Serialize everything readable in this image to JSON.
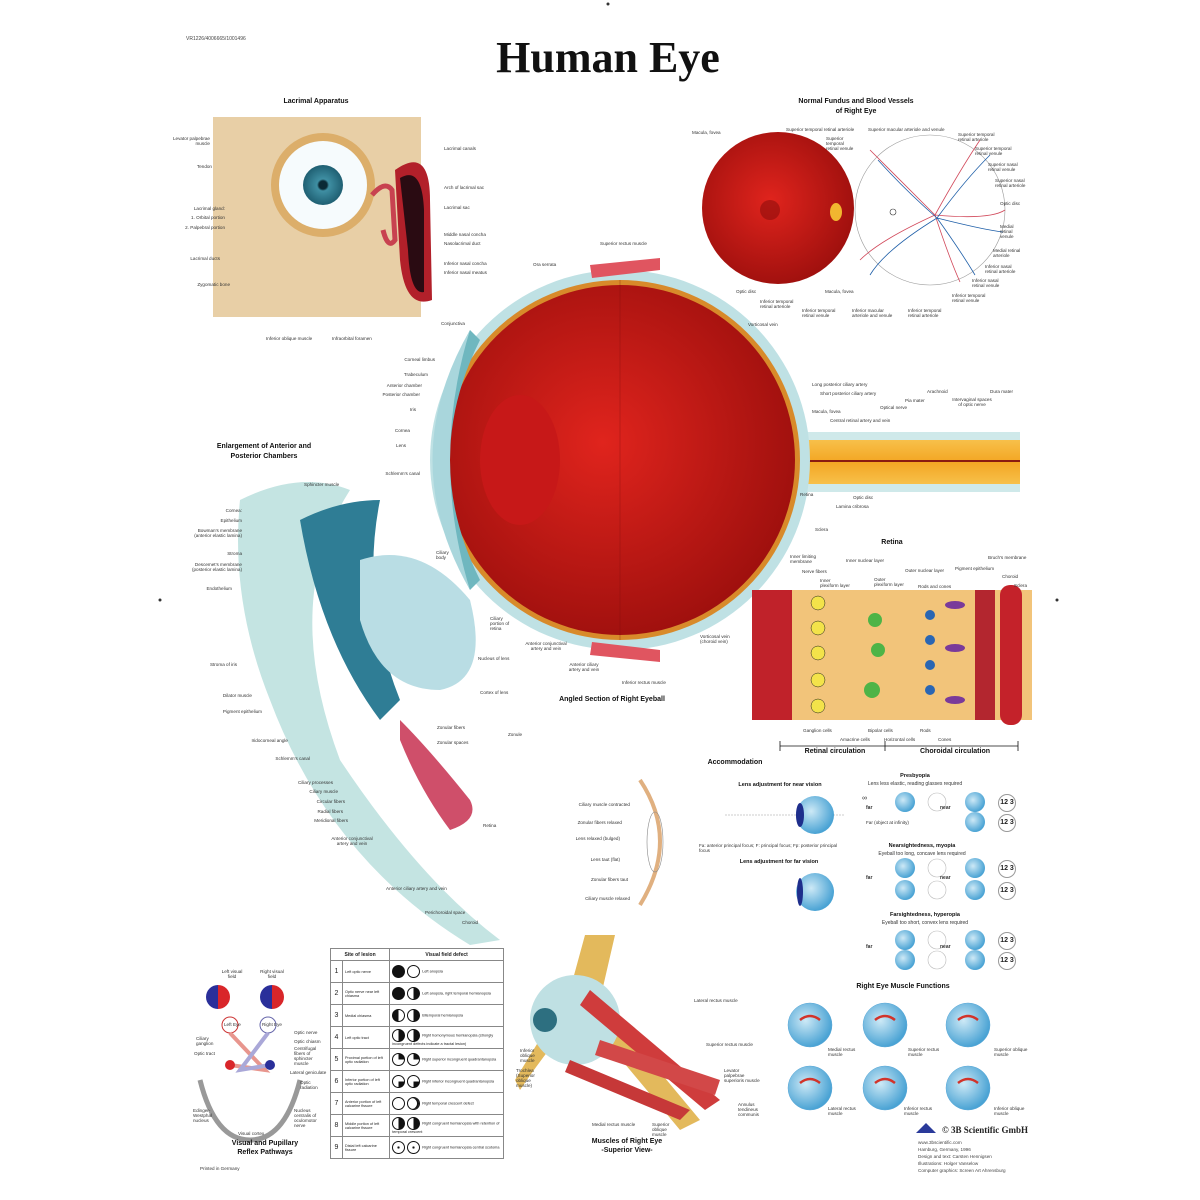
{
  "code": "VR1226/4006665/1001496",
  "title": "Human Eye",
  "lacrimal": {
    "title": "Lacrimal Apparatus",
    "labels": [
      "Levator palpebrae muscle",
      "Tendon",
      "Lacrimal gland:",
      "1. Orbital portion",
      "2. Palpebral portion",
      "Lacrimal ducts",
      "Zygomatic bone",
      "Lacrimal canals",
      "Arch of lacrimal sac",
      "Lacrimal sac",
      "Middle nasal concha",
      "Nasolacrimal duct",
      "Inferior nasal concha",
      "Inferior nasal meatus",
      "Inferior oblique muscle",
      "Infraorbital foramen"
    ]
  },
  "fundus": {
    "title": [
      "Normal Fundus and Blood Vessels",
      "of Right Eye"
    ],
    "labels": [
      "Macula, fovea",
      "Superior temporal retinal arteriole",
      "Superior temporal retinal venule",
      "Superior macular arteriole and venule",
      "Superior temporal retinal arteriole",
      "Superior temporal retinal venule",
      "Superior nasal retinal venule",
      "Superior nasal retinal arteriole",
      "Optic disc",
      "Medial retinal venule",
      "Medial retinal arteriole",
      "Inferior nasal retinal arteriole",
      "Inferior nasal retinal venule",
      "Inferior temporal retinal venule",
      "Inferior temporal retinal arteriole",
      "Inferior macular arteriole and venule",
      "Inferior temporal retinal venule",
      "Macula, fovea",
      "Inferior temporal retinal arteriole",
      "Optic disc"
    ]
  },
  "eyeball": {
    "title": "Angled Section of Right Eyeball",
    "labels": [
      "Ora serrata",
      "Superior rectus muscle",
      "Conjunctiva",
      "Corneal limbus",
      "Trabeculum",
      "Anterior chamber",
      "Posterior chamber",
      "Iris",
      "Cornea",
      "Lens",
      "Schlemm's canal",
      "Vorticosal vein",
      "Long posterior ciliary artery",
      "Short posterior ciliary artery",
      "Macula, fovea",
      "Central retinal artery and vein",
      "Optical nerve",
      "Pia mater",
      "Arachnoid",
      "Intervaginal spaces of optic nerve",
      "Dura mater",
      "Retina",
      "Optic disc",
      "Lamina cribrosa",
      "Sclera",
      "Ciliary body",
      "Ciliary portion of retina",
      "Anterior conjunctival artery and vein",
      "Anterior ciliary artery and vein",
      "Inferior rectus muscle",
      "Vorticosal vein (choroid vein)"
    ]
  },
  "chambers": {
    "title": [
      "Enlargement of Anterior and",
      "Posterior Chambers"
    ],
    "labels": [
      "Sphincter muscle",
      "Cornea:",
      "Epithelium",
      "Bowman's membrane (anterior elastic lamina)",
      "Stroma",
      "Descemet's membrane (posterior elastic lamina)",
      "Endothelium",
      "Stroma of iris",
      "Dilator muscle",
      "Pigment epithelium",
      "Iridocorneal angle",
      "Schlemm's canal",
      "Ciliary processes",
      "Ciliary muscle",
      "Circular fibers",
      "Radial fibers",
      "Meridional fibers",
      "Anterior conjunctival artery and vein",
      "Retina",
      "Anterior ciliary artery and vein",
      "Perichoroidal space",
      "Choroid",
      "Nucleus of lens",
      "Cortex of lens",
      "Zonular fibers",
      "Zonular spaces",
      "Zonule"
    ]
  },
  "retina": {
    "title": "Retina",
    "labels": [
      "Inner limiting membrane",
      "Nerve fibers",
      "Inner plexiform layer",
      "Inner nuclear layer",
      "Outer plexiform layer",
      "Outer nuclear layer",
      "Rods and cones",
      "Pigment epithelium",
      "Bruch's membrane",
      "Choroid",
      "Sclera",
      "Ganglion cells",
      "Amacrine cells",
      "Bipolar cells",
      "Horizontal cells",
      "Rods",
      "Cones"
    ],
    "circulation": [
      "Retinal circulation",
      "Choroidal circulation"
    ]
  },
  "accommodation": {
    "title": "Accommodation",
    "near_title": "Lens adjustment for near vision",
    "far_title": "Lens adjustment for far vision",
    "legend": "Fa: anterior principal focus; F: principal focus; Fp: posterior principal focus",
    "labels": [
      "Ciliary muscle contracted",
      "Zonular fibers relaxed",
      "Lens relaxed (bulged)",
      "Lens taut (flat)",
      "Zonular fibers taut",
      "Ciliary muscle relaxed"
    ],
    "presbyopia": {
      "title": "Presbyopia",
      "desc": "Lens less elastic, reading glasses required",
      "far": "far",
      "near": "near",
      "note": "Far (object at infinity)"
    },
    "myopia": {
      "title": "Nearsightedness, myopia",
      "desc": "Eyeball too long, concave lens required",
      "far": "far",
      "near": "near"
    },
    "hyperopia": {
      "title": "Farsightedness, hyperopia",
      "desc": "Eyeball too short, convex lens required",
      "far": "far",
      "near": "near"
    },
    "chart_text": "12 3",
    "infinity": "∞"
  },
  "visual_field": {
    "headers": [
      "Site of lesion",
      "Visual field defect"
    ],
    "rows": [
      {
        "n": "1",
        "site": "Left optic nerve",
        "defect": "Left anopsia"
      },
      {
        "n": "2",
        "site": "Optic nerve near left chiasma",
        "defect": "Left anopsia, right temporal hemianopsia"
      },
      {
        "n": "3",
        "site": "Medial chiasma",
        "defect": "Bitemporal hemianopsia"
      },
      {
        "n": "4",
        "site": "Left optic tract",
        "defect": "Right homonymous hemianopsia (strongly incongruent defects indicate a tractal lesion)"
      },
      {
        "n": "5",
        "site": "Proximal portion of left optic radiation",
        "defect": "Right superior incongruent quadrantanopsia"
      },
      {
        "n": "6",
        "site": "Inferior portion of left optic radiation",
        "defect": "Right inferior incongruent quadrantanopsia"
      },
      {
        "n": "7",
        "site": "Anterior portion of left calcarine fissure",
        "defect": "Right temporal crescent defect"
      },
      {
        "n": "8",
        "site": "Middle portion of left calcarine fissure",
        "defect": "Right congruent hemianopsia with retention of temporal crescent"
      },
      {
        "n": "9",
        "site": "Distal left calcarine fissure",
        "defect": "Right congruent hemianopsia central scotoma"
      }
    ]
  },
  "pathways": {
    "title": [
      "Visual and Pupillary",
      "Reflex Pathways"
    ],
    "labels": [
      "Left visual field",
      "Right visual field",
      "Left Eye",
      "Right Eye",
      "Ciliary ganglion",
      "Optic tract",
      "Optic nerve",
      "Optic chiasm",
      "Centrifugal fibers of sphincter muscle",
      "Lateral geniculate",
      "Optic radiation",
      "Edinger-Westphal nucleus",
      "Nucleus centralis of oculomotor nerve",
      "Visual cortex"
    ],
    "printed": "Printed in Germany"
  },
  "muscles": {
    "title": [
      "Muscles of Right Eye",
      "-Superior View-"
    ],
    "labels": [
      "Lateral rectus muscle",
      "Superior rectus muscle",
      "Levator palpebrae superioris muscle",
      "Annulus tendineus communis",
      "Superior oblique muscle",
      "Medial rectus muscle",
      "Inferior oblique muscle",
      "Trochlea (Superior oblique muscle)"
    ]
  },
  "muscle_functions": {
    "title": "Right Eye Muscle Functions",
    "labels": [
      "Medial rectus muscle",
      "Superior rectus muscle",
      "Superior oblique muscle",
      "Lateral rectus muscle",
      "Inferior rectus muscle",
      "Inferior oblique muscle"
    ]
  },
  "credits": {
    "copyright": "© 3B Scientific GmbH",
    "lines": [
      "www.3bscientific.com",
      "Hamburg, Germany, 1996",
      "Design and text: Carsten Hennigsen",
      "Illustrations: Holger Vanselow",
      "Computer graphics: Screen Art Ahrensburg"
    ]
  }
}
